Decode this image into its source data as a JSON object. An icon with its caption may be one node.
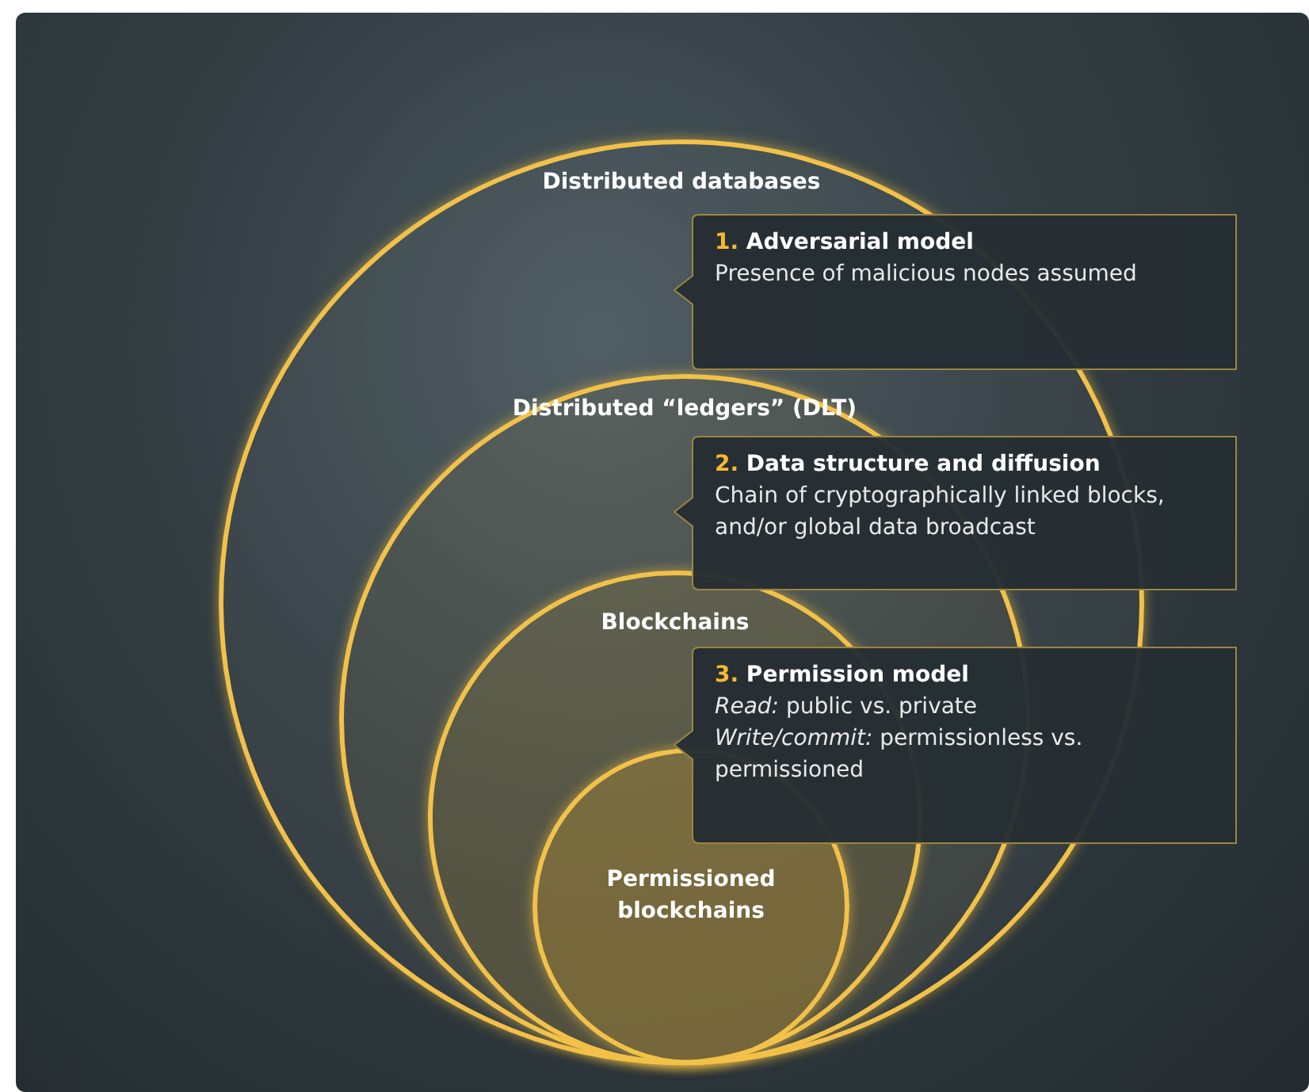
{
  "diagram": {
    "nodes": [
      {
        "text": [
          "Distributed databases"
        ]
      },
      {
        "text": [
          "Distributed “ledgers” (DLT)"
        ],
        "in": 0
      },
      {
        "text": [
          "Blockchains"
        ],
        "in": 1
      },
      {
        "text": [
          "Permissioned blockchains"
        ],
        "in": 2
      },
      {
        "text": [
          "1.",
          "Adversarial model",
          "Presence of malicious nodes assumed"
        ]
      },
      {
        "text": [
          "2.",
          "Data structure and diffusion",
          "Chain of cryptographically linked blocks, and/or global data broadcast"
        ]
      },
      {
        "text": [
          "3.",
          "Permission model",
          "*Read:* public vs. private",
          "*Write/commit:* permissionless vs. permissioned"
        ]
      }
    ]
  }
}
